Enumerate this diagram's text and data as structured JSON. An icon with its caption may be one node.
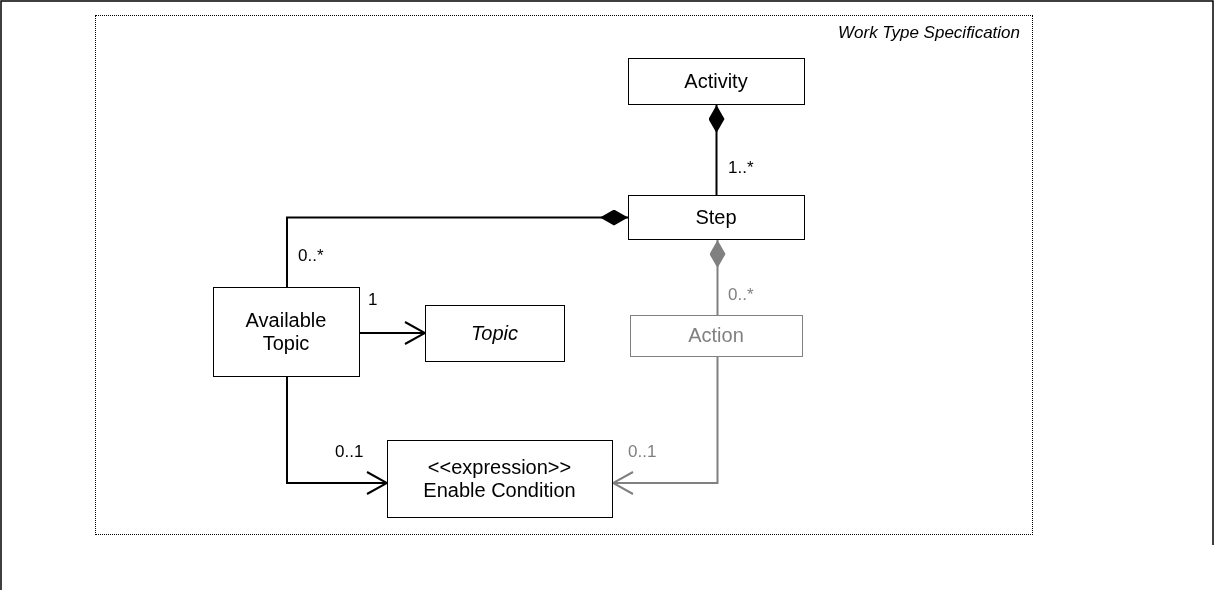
{
  "diagram": {
    "nodes": [
      {
        "text": [
          "Work Type Specification"
        ]
      },
      {
        "text": [
          "Activity"
        ],
        "in": 0
      },
      {
        "text": [
          "Step"
        ],
        "in": 0
      },
      {
        "text": [
          "Available Topic"
        ],
        "in": 0
      },
      {
        "text": [
          "Topic"
        ],
        "in": 0
      },
      {
        "text": [
          "Action"
        ],
        "in": 0
      },
      {
        "text": [
          "<<expression>>",
          "Enable Condition"
        ],
        "in": 0
      }
    ],
    "edges": [
      {
        "from": 1,
        "to": 2,
        "arrow": "other",
        "label": "1..*"
      },
      {
        "from": 2,
        "to": 3,
        "arrow": "other",
        "label": "0..*"
      },
      {
        "from": 2,
        "to": 5,
        "arrow": "other",
        "label": "0..*",
        "color": "#808080"
      },
      {
        "from": 3,
        "to": 4,
        "arrow": "to",
        "label": "1"
      },
      {
        "from": 3,
        "to": 6,
        "arrow": "to",
        "label": "0..1"
      },
      {
        "from": 5,
        "to": 6,
        "arrow": "to",
        "label": "0..1",
        "color": "#808080"
      }
    ]
  }
}
